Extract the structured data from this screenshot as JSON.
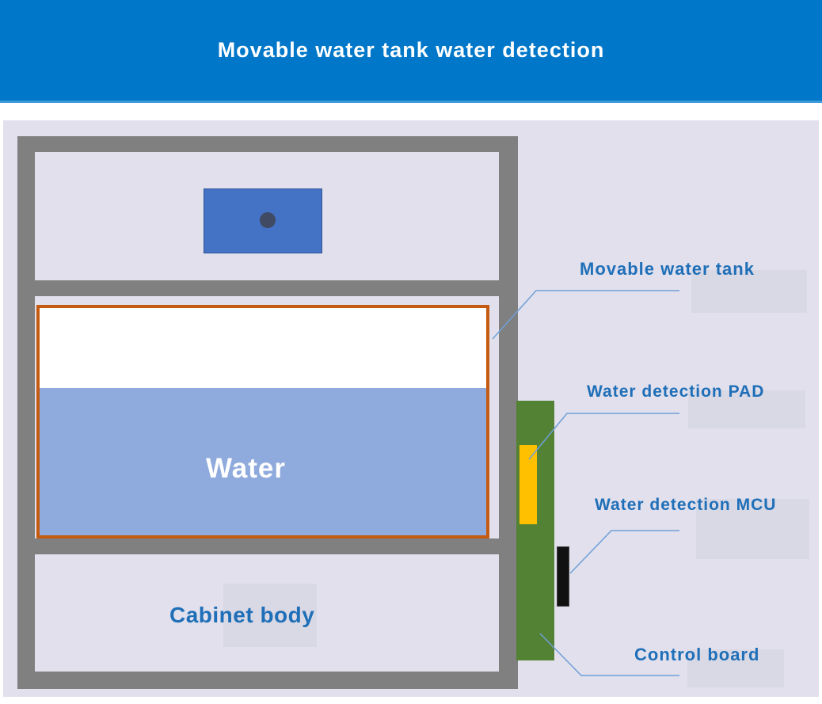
{
  "header": {
    "title": "Movable water tank water detection"
  },
  "diagram": {
    "water_label": "Water",
    "cabinet_label": "Cabinet body",
    "callouts": {
      "tank": "Movable water tank",
      "pad": "Water detection PAD",
      "mcu": "Water detection MCU",
      "board": "Control board"
    }
  },
  "colors": {
    "header_bg": "#0077c8",
    "frame": "#808080",
    "tank_border": "#c55a11",
    "water": "#8faadc",
    "control_board": "#548235",
    "pad": "#ffc000",
    "mcu": "#111111",
    "top_box": "#4472c4",
    "label_text": "#1f6fb8"
  }
}
